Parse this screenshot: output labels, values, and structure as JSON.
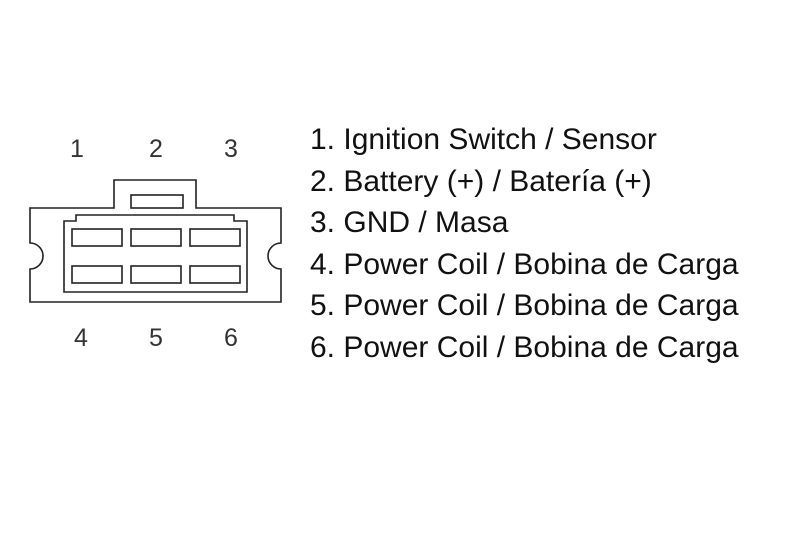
{
  "connector": {
    "top_pins": [
      "1",
      "2",
      "3"
    ],
    "bottom_pins": [
      "4",
      "5",
      "6"
    ]
  },
  "legend": {
    "items": [
      "1. Ignition Switch / Sensor",
      "2. Battery (+) / Batería (+)",
      "3. GND / Masa",
      "4. Power Coil / Bobina de Carga",
      "5. Power Coil / Bobina de Carga",
      "6. Power Coil / Bobina de Carga"
    ]
  }
}
